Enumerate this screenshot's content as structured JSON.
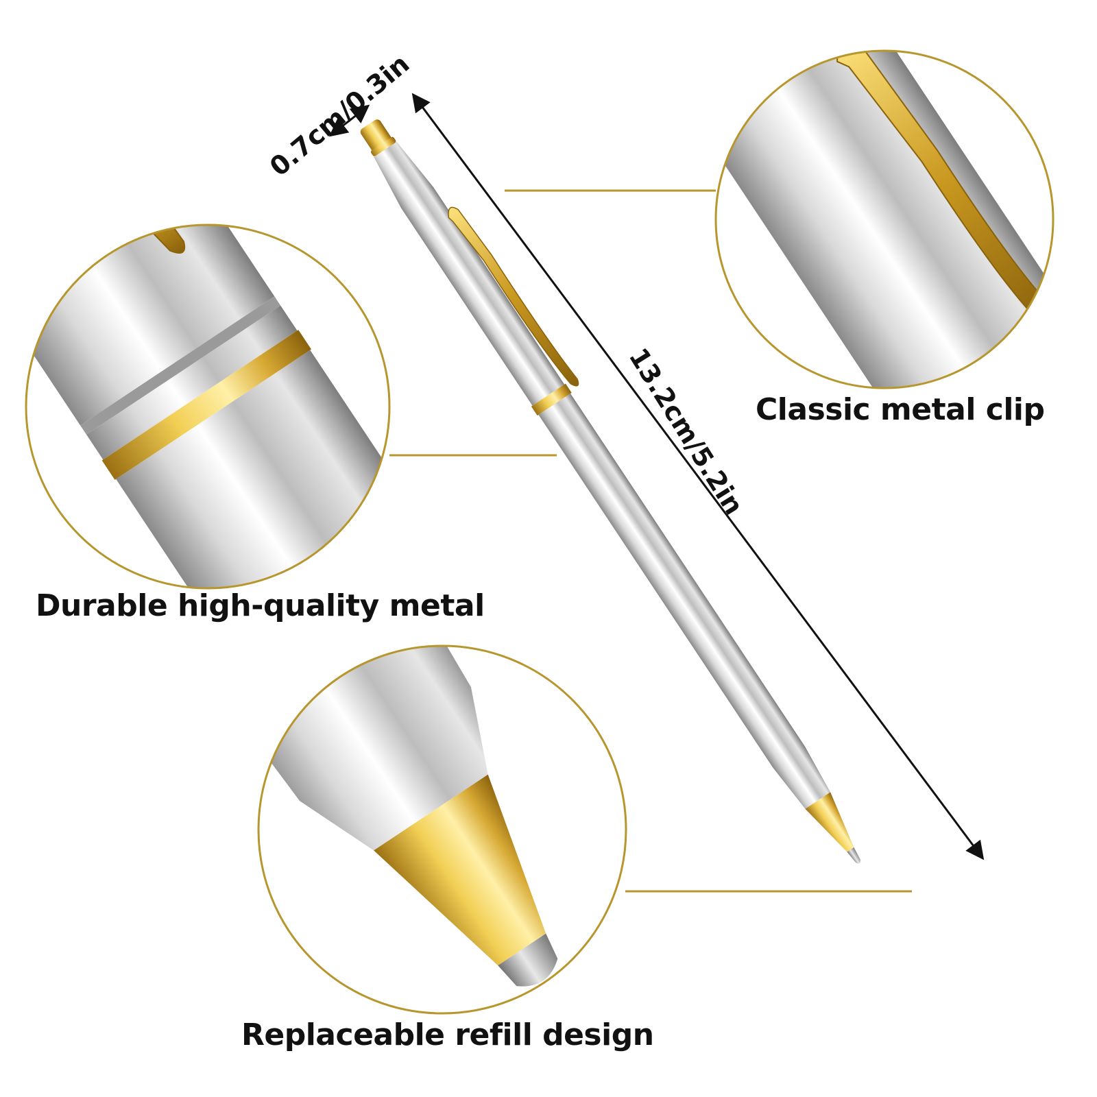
{
  "colors": {
    "gold": "#c49a2a",
    "gold_light": "#f2cf55",
    "gold_dark": "#9a6f12",
    "silver_light": "#f1f1f1",
    "silver_mid": "#c4c4c4",
    "silver_dark": "#8e8e8e",
    "ring_stroke": "#b8962e",
    "text": "#111111"
  },
  "dimensions": {
    "width_label": "0.7cm/0.3in",
    "length_label": "13.2cm/5.2in"
  },
  "callouts": {
    "clip": {
      "caption": "Classic metal clip",
      "icon": "pen-clip-closeup"
    },
    "metal": {
      "caption": "Durable high-quality metal",
      "icon": "pen-body-closeup"
    },
    "refill": {
      "caption": "Replaceable refill design",
      "icon": "pen-tip-closeup"
    }
  }
}
